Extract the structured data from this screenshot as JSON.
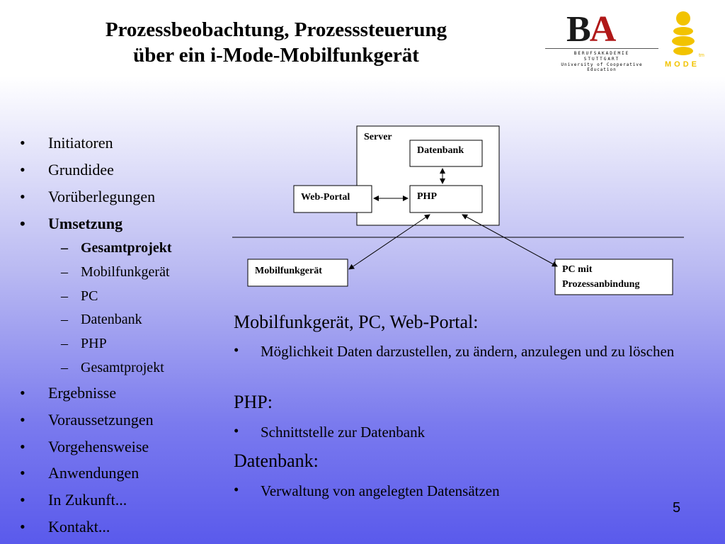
{
  "title": {
    "line1": "Prozessbeobachtung, Prozesssteuerung",
    "line2": "über ein i-Mode-Mobilfunkgerät"
  },
  "logos": {
    "ba_letters_b": "B",
    "ba_letters_a": "A",
    "ba_line1": "BERUFSAKADEMIE",
    "ba_line2": "STUTTGART",
    "ba_line3": "University of Cooperative Education",
    "imode_text": "MODE",
    "imode_tm": "tm"
  },
  "agenda": {
    "items": [
      {
        "label": "Initiatoren"
      },
      {
        "label": "Grundidee"
      },
      {
        "label": "Vorüberlegungen"
      },
      {
        "label": "Umsetzung"
      },
      {
        "label": "Gesamtprojekt"
      },
      {
        "label": "Mobilfunkgerät"
      },
      {
        "label": "PC"
      },
      {
        "label": "Datenbank"
      },
      {
        "label": "PHP"
      },
      {
        "label": "Gesamtprojekt"
      },
      {
        "label": "Ergebnisse"
      },
      {
        "label": "Voraussetzungen"
      },
      {
        "label": "Vorgehensweise"
      },
      {
        "label": "Anwendungen"
      },
      {
        "label": "In Zukunft..."
      },
      {
        "label": "Kontakt..."
      }
    ],
    "bullet": "•",
    "dash": "–"
  },
  "diagram": {
    "server": "Server",
    "datenbank": "Datenbank",
    "php": "PHP",
    "webportal": "Web-Portal",
    "mobil": "Mobilfunkgerät",
    "pc_line1": "PC mit",
    "pc_line2": "Prozessanbindung"
  },
  "content": {
    "h1": "Mobilfunkgerät, PC, Web-Portal:",
    "b1": "Möglichkeit Daten darzustellen, zu ändern, anzulegen und zu löschen",
    "h2": "PHP:",
    "b2": "Schnittstelle zur Datenbank",
    "h3": "Datenbank:",
    "b3": "Verwaltung von angelegten Datensätzen",
    "bullet": "•"
  },
  "page_number": "5"
}
